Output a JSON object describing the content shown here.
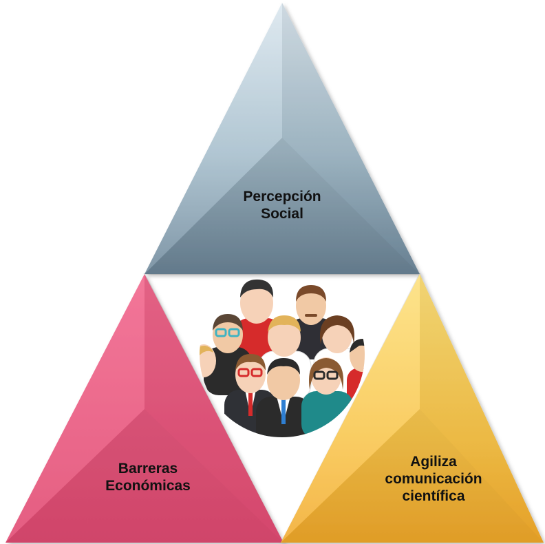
{
  "diagram": {
    "top": {
      "lines": [
        "Percepción",
        "Social"
      ],
      "color": "#8aa3b4"
    },
    "left": {
      "lines": [
        "Barreras",
        "Económicas"
      ],
      "color": "#ea5078"
    },
    "right": {
      "lines": [
        "Agiliza",
        "comunicación",
        "científica"
      ],
      "color": "#f7b93a"
    },
    "center_icon": "people-group-icon"
  }
}
